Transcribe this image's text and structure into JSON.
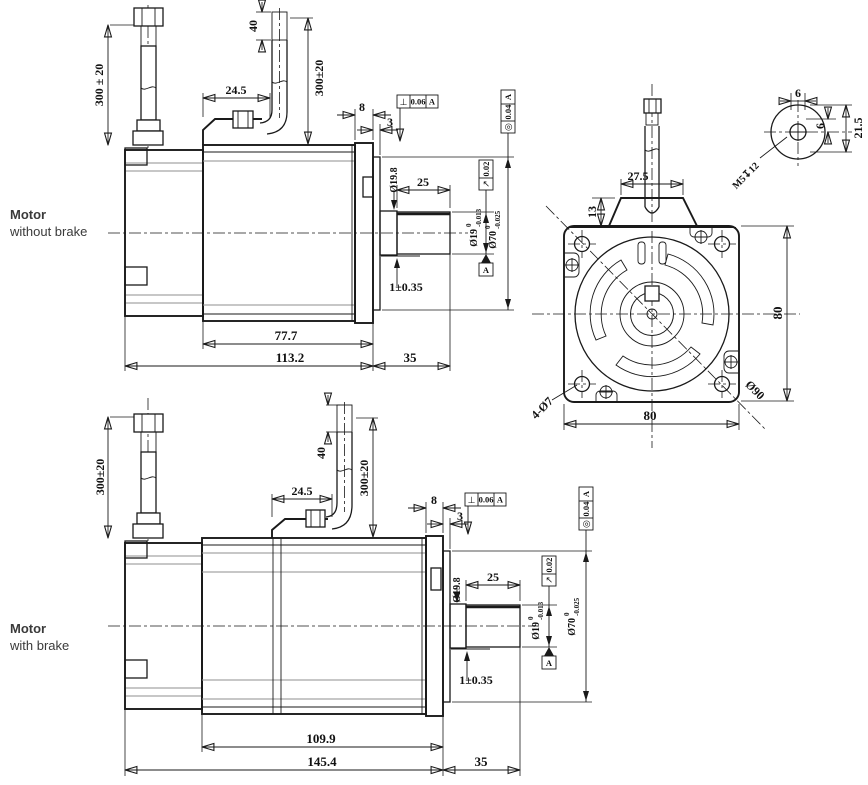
{
  "title_blocks": {
    "top": {
      "bold": "Motor",
      "normal": "without brake"
    },
    "bottom": {
      "bold": "Motor",
      "normal": "with brake"
    }
  },
  "colors": {
    "line": "#1a1a1a",
    "gray": "#8f8f8f",
    "text": "#111111"
  },
  "top_view": {
    "cable_left": "300 ± 20",
    "wire_free": "40",
    "cable_right": "300±20",
    "connector_w": "24.5",
    "flange_t": "8",
    "pilot_t": "3",
    "perp": {
      "sym": "⊥",
      "val": "0.06",
      "datum": "A"
    },
    "conc": {
      "sym": "◎",
      "val": "0.04",
      "datum": "A"
    },
    "runout": {
      "sym": "↗",
      "val": "0.02"
    },
    "boss": "Ø19.8",
    "shaft_len": "25",
    "shaft_d": {
      "b": "Ø19",
      "u": "0",
      "l": "-0.013"
    },
    "pilot_d": {
      "b": "Ø70",
      "u": "0",
      "l": "-0.025"
    },
    "datum": "A",
    "shoulder": "1±0.35",
    "body_len": "77.7",
    "total_len": "113.2",
    "shaft_ext": "35"
  },
  "bottom_view": {
    "cable_left": "300±20",
    "wire_free": "40",
    "cable_right": "300±20",
    "connector_w": "24.5",
    "flange_t": "8",
    "pilot_t": "3",
    "perp": {
      "sym": "⊥",
      "val": "0.06",
      "datum": "A"
    },
    "conc": {
      "sym": "◎",
      "val": "0.04",
      "datum": "A"
    },
    "runout": {
      "sym": "↗",
      "val": "0.02"
    },
    "boss": "Ø19.8",
    "shaft_len": "25",
    "shaft_d": {
      "b": "Ø19",
      "u": "0",
      "l": "-0.013"
    },
    "pilot_d": {
      "b": "Ø70",
      "u": "0",
      "l": "-0.025"
    },
    "datum": "A",
    "shoulder": "1±0.35",
    "body_len": "109.9",
    "total_len": "145.4",
    "shaft_ext": "35"
  },
  "front_view": {
    "conn_w": "27.5",
    "conn_h": "13",
    "tap": "M5↧12",
    "off_top": "6",
    "off_side": "6",
    "depth": "21.5",
    "size_w": "80",
    "size_h": "80",
    "holes": "4-Ø7",
    "bcd": "Ø90"
  }
}
